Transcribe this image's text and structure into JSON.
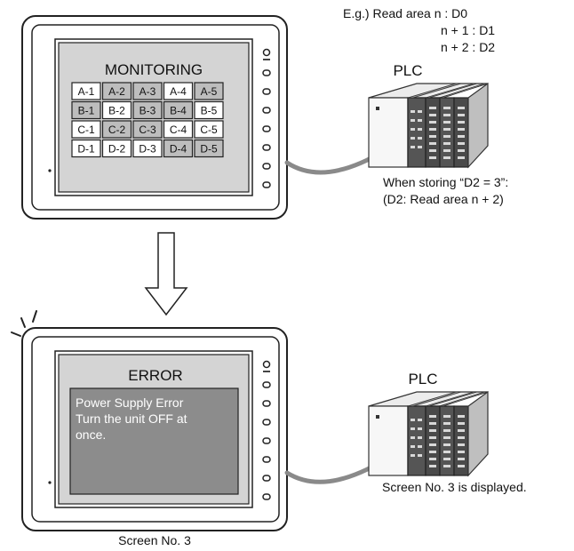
{
  "monitor_screen": {
    "title": "MONITORING",
    "grid": [
      [
        {
          "label": "A-1",
          "on": false
        },
        {
          "label": "A-2",
          "on": true
        },
        {
          "label": "A-3",
          "on": true
        },
        {
          "label": "A-4",
          "on": false
        },
        {
          "label": "A-5",
          "on": true
        }
      ],
      [
        {
          "label": "B-1",
          "on": true
        },
        {
          "label": "B-2",
          "on": false
        },
        {
          "label": "B-3",
          "on": true
        },
        {
          "label": "B-4",
          "on": true
        },
        {
          "label": "B-5",
          "on": false
        }
      ],
      [
        {
          "label": "C-1",
          "on": false
        },
        {
          "label": "C-2",
          "on": true
        },
        {
          "label": "C-3",
          "on": true
        },
        {
          "label": "C-4",
          "on": false
        },
        {
          "label": "C-5",
          "on": false
        }
      ],
      [
        {
          "label": "D-1",
          "on": false
        },
        {
          "label": "D-2",
          "on": false
        },
        {
          "label": "D-3",
          "on": false
        },
        {
          "label": "D-4",
          "on": true
        },
        {
          "label": "D-5",
          "on": true
        }
      ]
    ]
  },
  "error_screen": {
    "title": "ERROR",
    "message_lines": [
      "Power Supply Error",
      "Turn the unit OFF at",
      "once."
    ],
    "caption": "Screen No. 3"
  },
  "example_note": {
    "line1": "E.g.) Read area n : D0",
    "line2": "n + 1 : D1",
    "line3": "n + 2 : D2"
  },
  "plc_label_top": "PLC",
  "plc_label_bottom": "PLC",
  "store_note": {
    "line1": "When storing “D2 = 3”:",
    "line2": "(D2: Read area n + 2)"
  },
  "displayed_note": "Screen No. 3 is displayed.",
  "colors": {
    "cell_on": "#bdbdbd",
    "cell_off": "#ffffff",
    "error_panel": "#8c8c8c",
    "error_text": "#ffffff",
    "screen_bg": "#d4d4d4"
  }
}
